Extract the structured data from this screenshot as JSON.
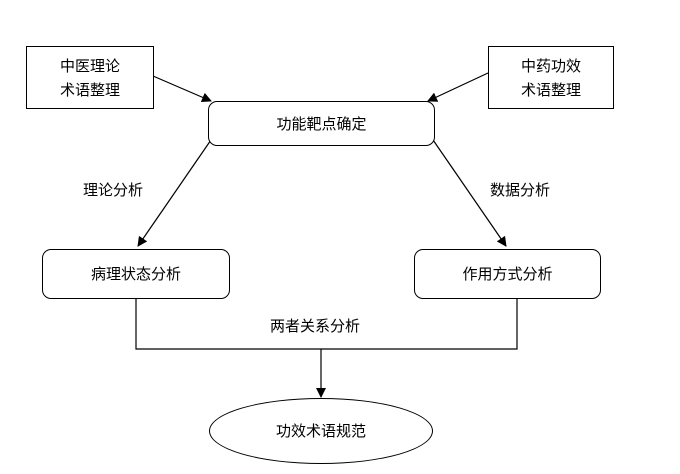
{
  "nodes": {
    "tcm_theory": {
      "line1": "中医理论",
      "line2": "术语整理"
    },
    "herb_efficacy": {
      "line1": "中药功效",
      "line2": "术语整理"
    },
    "target": {
      "label": "功能靶点确定"
    },
    "pathology": {
      "label": "病理状态分析"
    },
    "action": {
      "label": "作用方式分析"
    },
    "result": {
      "label": "功效术语规范"
    }
  },
  "edge_labels": {
    "theory_analysis": "理论分析",
    "data_analysis": "数据分析",
    "relation_analysis": "两者关系分析"
  },
  "colors": {
    "stroke": "#000000",
    "background": "#ffffff"
  }
}
